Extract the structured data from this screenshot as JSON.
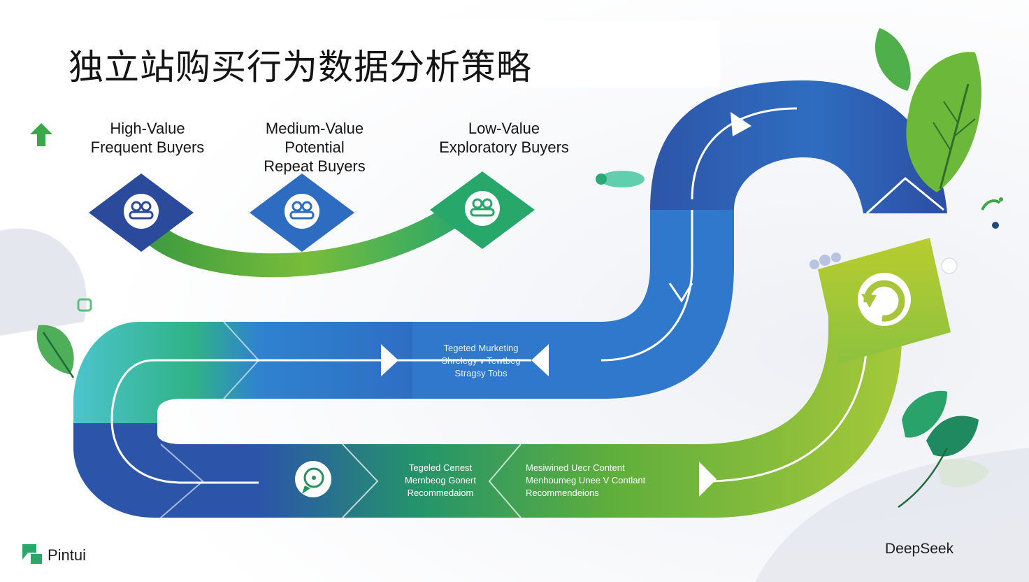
{
  "title": "独立站购买行为数据分析策略",
  "segments": [
    {
      "line1": "High-Value",
      "line2": "Frequent Buyers",
      "line3": ""
    },
    {
      "line1": "Medium-Value",
      "line2": "Potential",
      "line3": "Repeat Buyers"
    },
    {
      "line1": "Low-Value",
      "line2": "Exploratory Buyers",
      "line3": ""
    }
  ],
  "path_labels": {
    "upper": {
      "line1": "Tegeted Murketing",
      "line2": "Shrelegy v Tewtbeg",
      "line3": "Stragsy Tobs"
    },
    "lower_left": {
      "line1": "Tegeled Cenest",
      "line2": "Mernbeog Gonert",
      "line3": "Recommedaiom"
    },
    "lower_right": {
      "line1": "Mesiwined Uecr Content",
      "line2": "Menhoumeg Unee V Contlant",
      "line3": "Recommendeions"
    }
  },
  "brand_left": "Pintui",
  "brand_right": "DeepSeek",
  "colors": {
    "navy": "#2c4ea2",
    "blue": "#2f78cc",
    "teal": "#3cb7c8",
    "green": "#27a86a",
    "lime": "#9cc53a",
    "yellow_green": "#b4c92c"
  },
  "icons": [
    "up-arrow-icon",
    "buyer-group-icon",
    "refresh-icon",
    "chat-icon",
    "leaf-icon"
  ]
}
